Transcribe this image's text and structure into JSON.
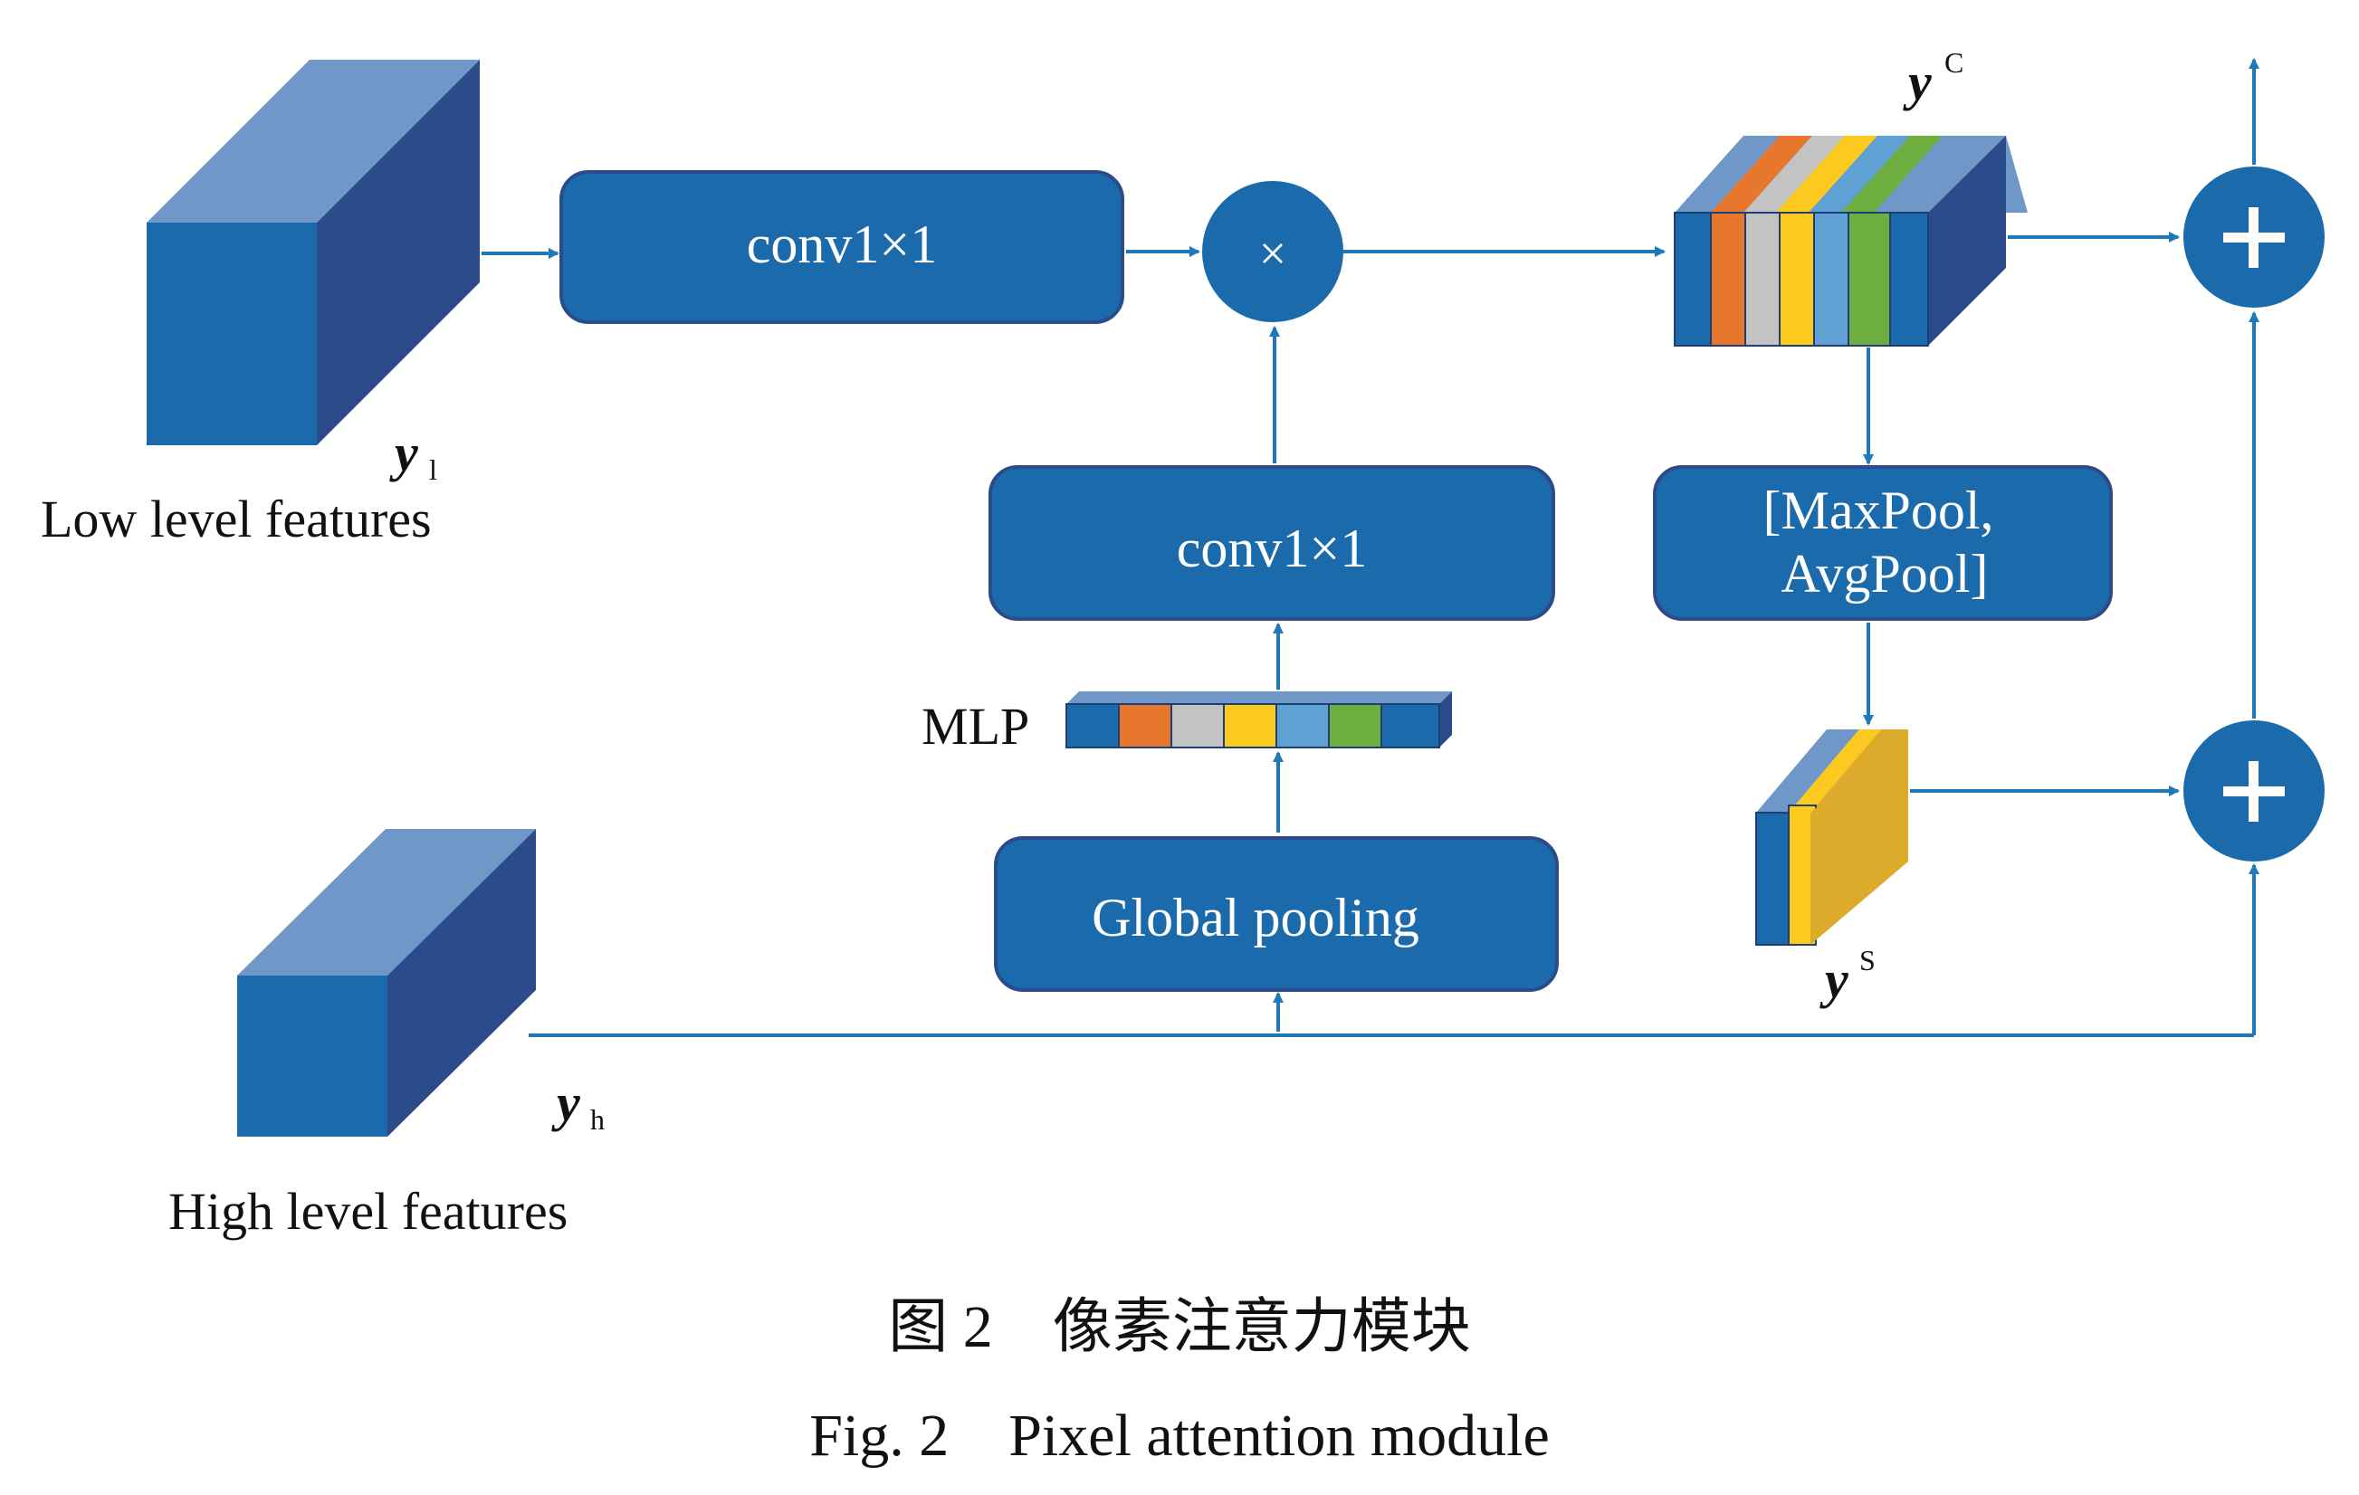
{
  "boxes": {
    "conv_top": "conv1×1",
    "conv_mid": "conv1×1",
    "global_pooling": "Global pooling",
    "pool_line1": "[MaxPool,",
    "pool_line2": "AvgPool]"
  },
  "operators": {
    "multiply": "×",
    "add": "+"
  },
  "labels": {
    "low_level": "Low level features",
    "high_level": "High level features",
    "mlp": "MLP"
  },
  "variables": {
    "y_low": {
      "base": "y",
      "sub": "l"
    },
    "y_high": {
      "base": "y",
      "sub": "h"
    },
    "y_c": {
      "base": "y",
      "sup": "C"
    },
    "y_s": {
      "base": "y",
      "sup": "S"
    }
  },
  "caption": {
    "zh": "图 2　像素注意力模块",
    "en": "Fig. 2　Pixel attention module"
  },
  "colors": {
    "primary_blue": "#1b6aab",
    "dark_blue": "#2c4b8a",
    "light_blue": "#6f98c8",
    "arrow": "#1f78b8",
    "orange": "#e8772e",
    "gray": "#c3c3c3",
    "yellow": "#fcca1e",
    "sky": "#5fa1d3",
    "green": "#6eae3f",
    "gold": "#ddab2b"
  }
}
